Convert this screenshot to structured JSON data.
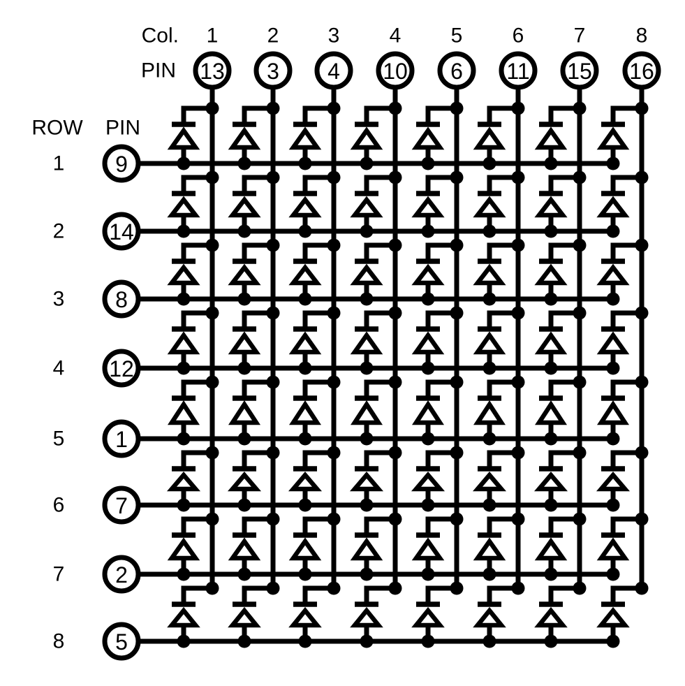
{
  "diagram": {
    "type": "diode-matrix-pinout",
    "background": "#ffffff",
    "line_color": "#000000",
    "diode_fill": "#ffffff",
    "matrix_size": "8x8",
    "headers": {
      "col": "Col.",
      "col_pin": "PIN",
      "row": "ROW",
      "row_pin": "PIN"
    },
    "columns": [
      {
        "label": "1",
        "pin": "13"
      },
      {
        "label": "2",
        "pin": "3"
      },
      {
        "label": "3",
        "pin": "4"
      },
      {
        "label": "4",
        "pin": "10"
      },
      {
        "label": "5",
        "pin": "6"
      },
      {
        "label": "6",
        "pin": "11"
      },
      {
        "label": "7",
        "pin": "15"
      },
      {
        "label": "8",
        "pin": "16"
      }
    ],
    "rows": [
      {
        "label": "1",
        "pin": "9"
      },
      {
        "label": "2",
        "pin": "14"
      },
      {
        "label": "3",
        "pin": "8"
      },
      {
        "label": "4",
        "pin": "12"
      },
      {
        "label": "5",
        "pin": "1"
      },
      {
        "label": "6",
        "pin": "7"
      },
      {
        "label": "7",
        "pin": "2"
      },
      {
        "label": "8",
        "pin": "5"
      }
    ]
  }
}
